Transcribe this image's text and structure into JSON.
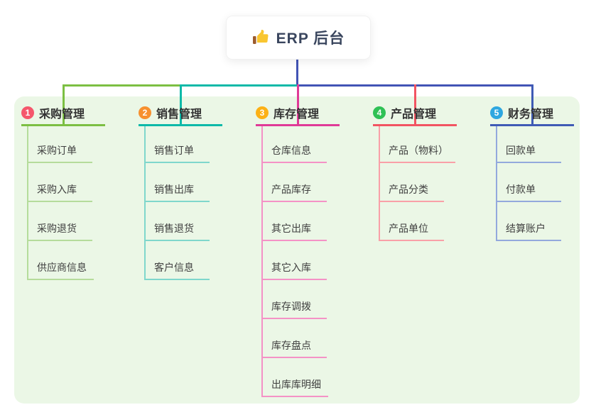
{
  "root": {
    "label": "ERP 后台",
    "icon": "thumbs-up-icon",
    "icon_colors": {
      "hand": "#f9c631",
      "cuff": "#9c5c2e"
    }
  },
  "colors": {
    "root_connector": "#4254b5",
    "panel_bg": "#ebf7e6",
    "card_bg": "#ffffff",
    "root_text": "#3a465e",
    "title_text": "#333333",
    "child_text": "#404040",
    "bus_segments": [
      "#7cbf43",
      "#0db9a8",
      "#4254b5"
    ]
  },
  "branches": [
    {
      "number": "1",
      "label": "采购管理",
      "badge_color": "#f5576c",
      "line_color": "#7cbf43",
      "child_line_color": "#b5dc9b",
      "children": [
        "采购订单",
        "采购入库",
        "采购退货",
        "供应商信息"
      ]
    },
    {
      "number": "2",
      "label": "销售管理",
      "badge_color": "#f7902f",
      "line_color": "#0db9a8",
      "child_line_color": "#7fd7cc",
      "children": [
        "销售订单",
        "销售出库",
        "销售退货",
        "客户信息"
      ]
    },
    {
      "number": "3",
      "label": "库存管理",
      "badge_color": "#fcb116",
      "line_color": "#e03a97",
      "child_line_color": "#f492c6",
      "children": [
        "仓库信息",
        "产品库存",
        "其它出库",
        "其它入库",
        "库存调拨",
        "库存盘点",
        "出库库明细"
      ]
    },
    {
      "number": "4",
      "label": "产品管理",
      "badge_color": "#2fc155",
      "line_color": "#f25462",
      "child_line_color": "#f9a0a8",
      "children": [
        "产品（物料）",
        "产品分类",
        "产品单位"
      ]
    },
    {
      "number": "5",
      "label": "财务管理",
      "badge_color": "#2ea7e0",
      "line_color": "#3f5bb5",
      "child_line_color": "#93a9dd",
      "children": [
        "回款单",
        "付款单",
        "结算账户"
      ]
    }
  ]
}
